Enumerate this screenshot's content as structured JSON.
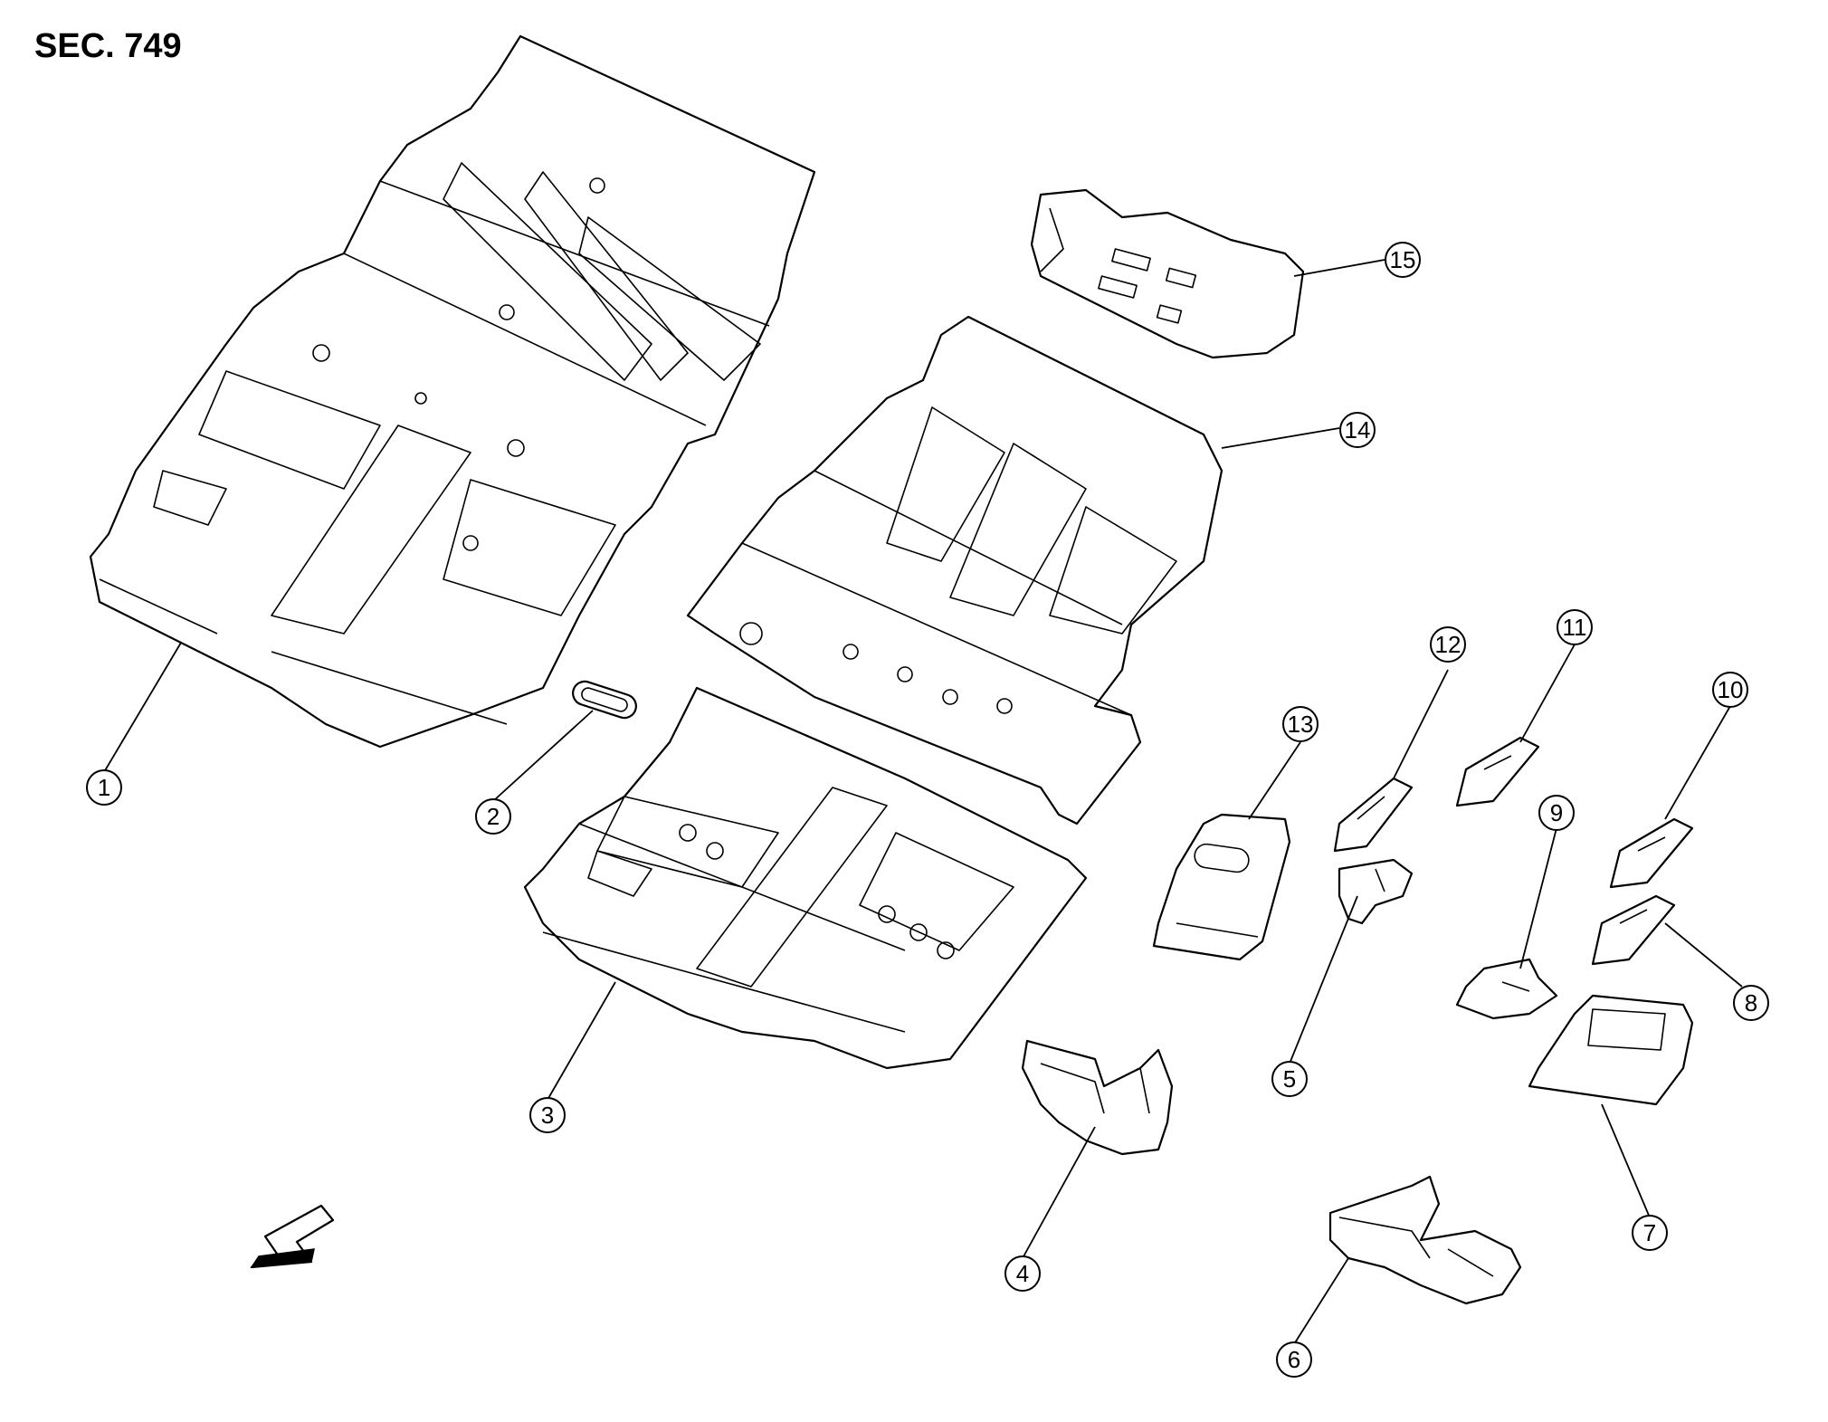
{
  "section_label": "SEC. 749",
  "parts": [
    {
      "num": "1"
    },
    {
      "num": "2"
    },
    {
      "num": "3"
    },
    {
      "num": "4"
    },
    {
      "num": "5"
    },
    {
      "num": "6"
    },
    {
      "num": "7"
    },
    {
      "num": "8"
    },
    {
      "num": "9"
    },
    {
      "num": "10"
    },
    {
      "num": "11"
    },
    {
      "num": "12"
    },
    {
      "num": "13"
    },
    {
      "num": "14"
    },
    {
      "num": "15"
    }
  ],
  "icons": {
    "front_direction": "arrow-front-icon"
  }
}
